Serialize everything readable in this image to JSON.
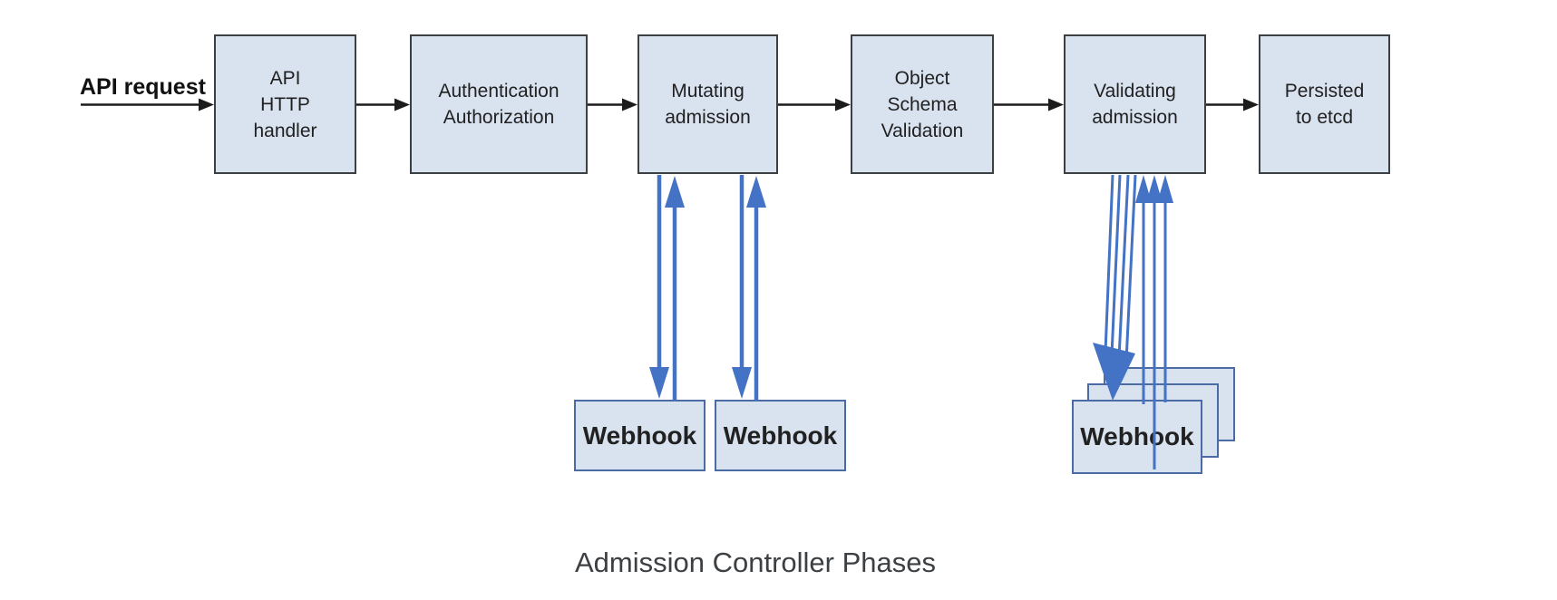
{
  "diagram": {
    "title_caption": "Admission Controller Phases",
    "input_label": "API request",
    "phases": [
      {
        "label": "API\nHTTP\nhandler"
      },
      {
        "label": "Authentication\nAuthorization"
      },
      {
        "label": "Mutating\nadmission"
      },
      {
        "label": "Object\nSchema\nValidation"
      },
      {
        "label": "Validating\nadmission"
      },
      {
        "label": "Persisted\nto etcd"
      }
    ],
    "mutating_webhooks": [
      {
        "label": "Webhook"
      },
      {
        "label": "Webhook"
      }
    ],
    "validating_webhook": {
      "label": "Webhook"
    }
  },
  "colors": {
    "box-fill": "#d9e3f0",
    "box-border": "#3d4043",
    "webhook-border": "#4b6ba5",
    "arrow-blue": "#4472c4",
    "arrow-black": "#1c1c1c",
    "label-color": "#212121",
    "caption-color": "#3c4043",
    "bg": "#ffffff"
  }
}
